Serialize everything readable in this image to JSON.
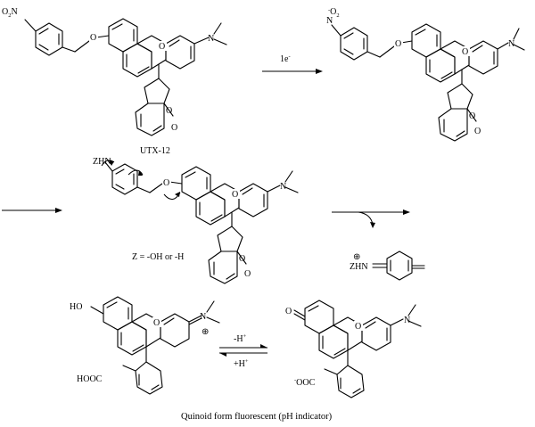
{
  "compound_name": "UTX-12",
  "step1_reagent": "1e",
  "step1_reagent_sup": "-",
  "nitro_group": "O",
  "nitro_sub": "2",
  "nitro_prefix": "N",
  "cut_nitro": "N",
  "cut_nitro_sub": "O",
  "cut_nitro_sub2": "2",
  "ring_oxygen": "O",
  "carbonyl_oxygen": "O",
  "ether_oxygen": "O",
  "dimethylamino": "N",
  "zhn_label": "ZHN",
  "z_definition": "Z = -OH or -H",
  "byproduct_label": "ZHN",
  "byproduct_charge": "⊕",
  "hydroxy_label": "HO",
  "cooh_label": "HOOC",
  "iminium_label": "N",
  "iminium_charge": "⊕",
  "ketone_label": "O",
  "carboxylate_label": "OOC",
  "carboxylate_sup": "-",
  "deprotonation_label": "-H",
  "deprotonation_sup": "+",
  "protonation_label": "+H",
  "protonation_sup": "+",
  "caption": "Quinoid form fluorescent (pH indicator)"
}
